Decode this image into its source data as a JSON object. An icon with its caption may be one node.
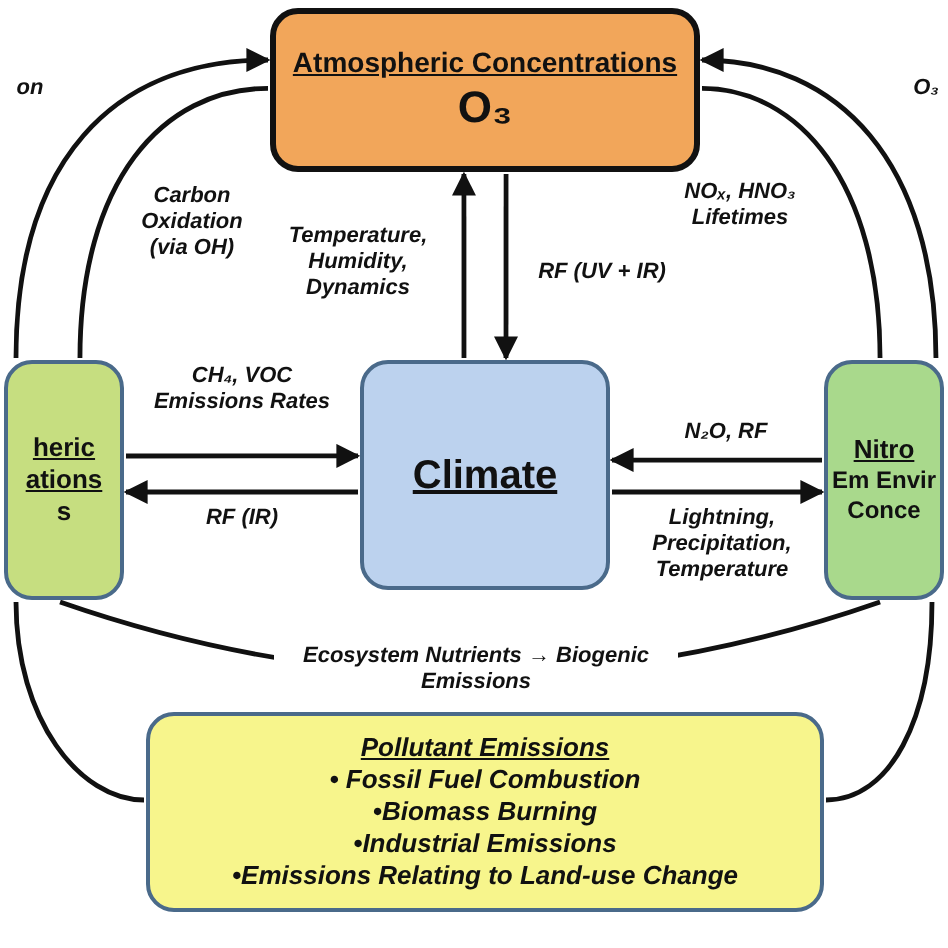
{
  "diagram": {
    "nodes": [
      {
        "text": [
          "Atmospheric Concentrations",
          "O₃"
        ]
      },
      {
        "text": [
          "heric ations",
          "s"
        ]
      },
      {
        "text": [
          "Climate"
        ]
      },
      {
        "text": [
          "Nitro",
          "Em Envir Conce"
        ]
      },
      {
        "text": [
          "Pollutant Emissions",
          "• Fossil Fuel Combustion",
          "•Biomass Burning",
          "•Industrial Emissions",
          "•Emissions Relating to Land-use Change"
        ]
      }
    ],
    "edges": [
      {
        "from": 1,
        "to": 0,
        "arrow": "to",
        "label": "on"
      },
      {
        "from": 0,
        "to": 1,
        "arrow": "none",
        "label": "Carbon Oxidation (via OH)"
      },
      {
        "from": 3,
        "to": 0,
        "arrow": "to",
        "label": "O₃"
      },
      {
        "from": 0,
        "to": 3,
        "arrow": "none",
        "label": "NOₓ, HNO₃ Lifetimes"
      },
      {
        "from": 2,
        "to": 0,
        "arrow": "to",
        "label": "Temperature, Humidity, Dynamics"
      },
      {
        "from": 0,
        "to": 2,
        "arrow": "to",
        "label": "RF (UV + IR)"
      },
      {
        "from": 1,
        "to": 2,
        "arrow": "to",
        "label": "CH₄, VOC Emissions Rates"
      },
      {
        "from": 2,
        "to": 1,
        "arrow": "to",
        "label": "RF (IR)"
      },
      {
        "from": 3,
        "to": 2,
        "arrow": "to",
        "label": "N₂O, RF"
      },
      {
        "from": 2,
        "to": 3,
        "arrow": "to",
        "label": "Lightning, Precipitation, Temperature"
      },
      {
        "from": 1,
        "to": 3,
        "arrow": "none",
        "label": "Ecosystem Nutrients → Biogenic Emissions"
      },
      {
        "from": 1,
        "to": 4,
        "arrow": "none"
      },
      {
        "from": 4,
        "to": 3,
        "arrow": "none"
      }
    ]
  }
}
